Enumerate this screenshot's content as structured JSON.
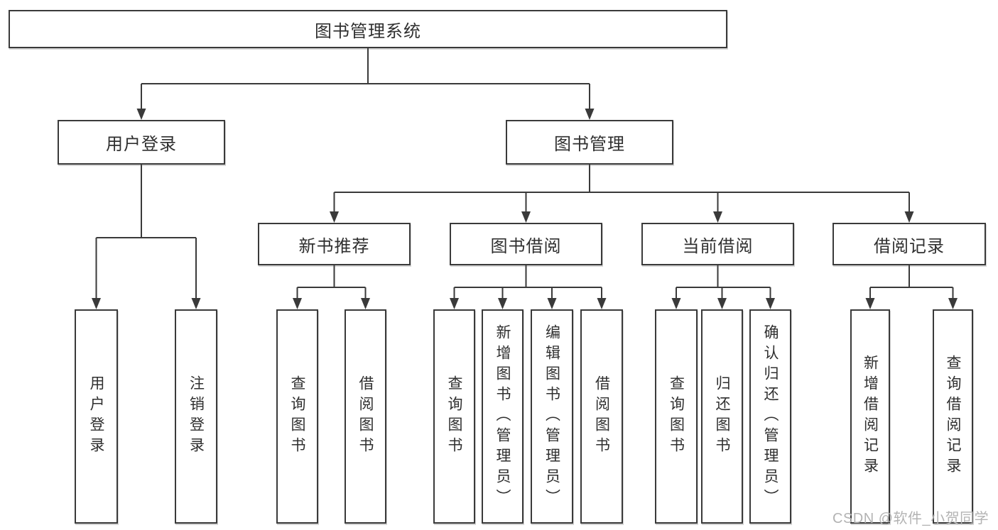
{
  "diagram": {
    "colors": {
      "line": "#3a3a3a",
      "box_border": "#3a3a3a",
      "box_fill": "#ffffff",
      "text": "#2f2f2f",
      "watermark": "#b3b3b3",
      "background": "#ffffff"
    },
    "watermark": {
      "text": "CSDN @软件_小贺同学"
    },
    "tree": {
      "root": {
        "label": "图书管理系统"
      },
      "children": [
        {
          "label": "用户登录",
          "children": [
            {
              "label": "用户登录"
            },
            {
              "label": "注销登录"
            }
          ]
        },
        {
          "label": "图书管理",
          "children": [
            {
              "label": "新书推荐",
              "children": [
                {
                  "label": "查询图书"
                },
                {
                  "label": "借阅图书"
                }
              ]
            },
            {
              "label": "图书借阅",
              "children": [
                {
                  "label": "查询图书"
                },
                {
                  "label": "新增图书（管理员）"
                },
                {
                  "label": "编辑图书（管理员）"
                },
                {
                  "label": "借阅图书"
                }
              ]
            },
            {
              "label": "当前借阅",
              "children": [
                {
                  "label": "查询图书"
                },
                {
                  "label": "归还图书"
                },
                {
                  "label": "确认归还（管理员）"
                }
              ]
            },
            {
              "label": "借阅记录",
              "children": [
                {
                  "label": "新增借阅记录"
                },
                {
                  "label": "查询借阅记录"
                }
              ]
            }
          ]
        }
      ]
    }
  }
}
